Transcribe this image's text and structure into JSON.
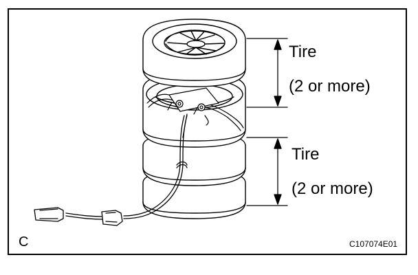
{
  "labels": {
    "upper_tire": "Tire",
    "upper_qty": "(2 or more)",
    "lower_tire": "Tire",
    "lower_qty": "(2 or more)",
    "figure_letter": "C",
    "figure_code": "C107074E01"
  }
}
